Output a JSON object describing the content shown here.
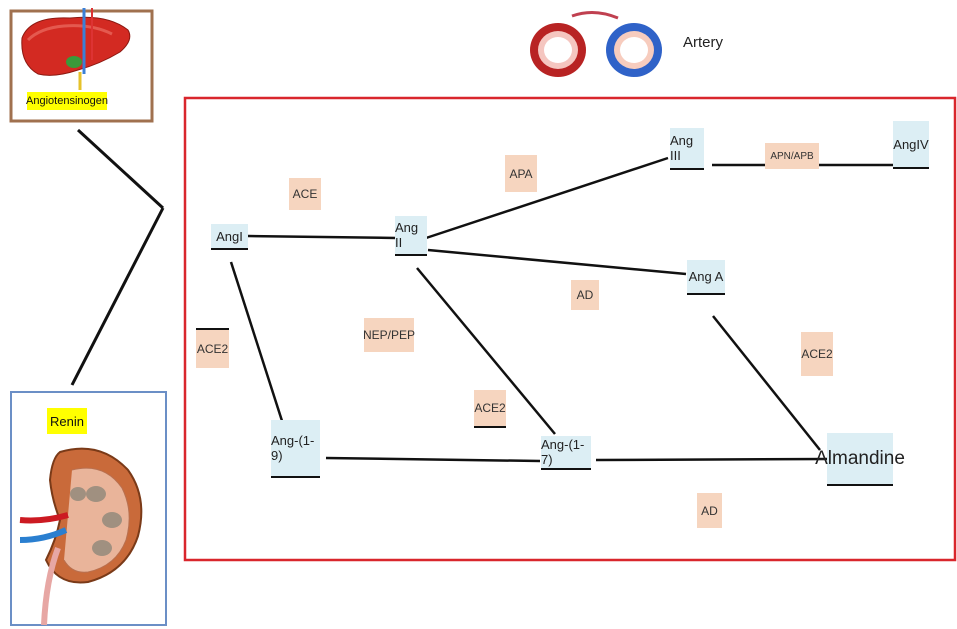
{
  "liver": {
    "label": "Angiotensinogen"
  },
  "kidney": {
    "label": "Renin"
  },
  "artery": {
    "label": "Artery"
  },
  "nodes": {
    "ang1": "AngI",
    "ang2": "Ang II",
    "ang3": "Ang III",
    "ang4": "AngIV",
    "anga": "Ang A",
    "ang19": "Ang-(1-9)",
    "ang17": "Ang-(1-7)",
    "almandine": "Almandine"
  },
  "enzymes": {
    "ace": "ACE",
    "apa": "APA",
    "apn_apb": "APN/APB",
    "ad_top": "AD",
    "ace2_left": "ACE2",
    "nep_pep": "NEP/PEP",
    "ace2_mid": "ACE2",
    "ace2_right": "ACE2",
    "ad_bottom": "AD"
  },
  "colors": {
    "liver_border": "#a0714f",
    "kidney_border": "#6b8fc6",
    "pathway_border": "#d9262c",
    "node_fill": "#dceef4",
    "enzyme_fill": "#f6d5bf",
    "label_highlight": "#ffff00"
  }
}
